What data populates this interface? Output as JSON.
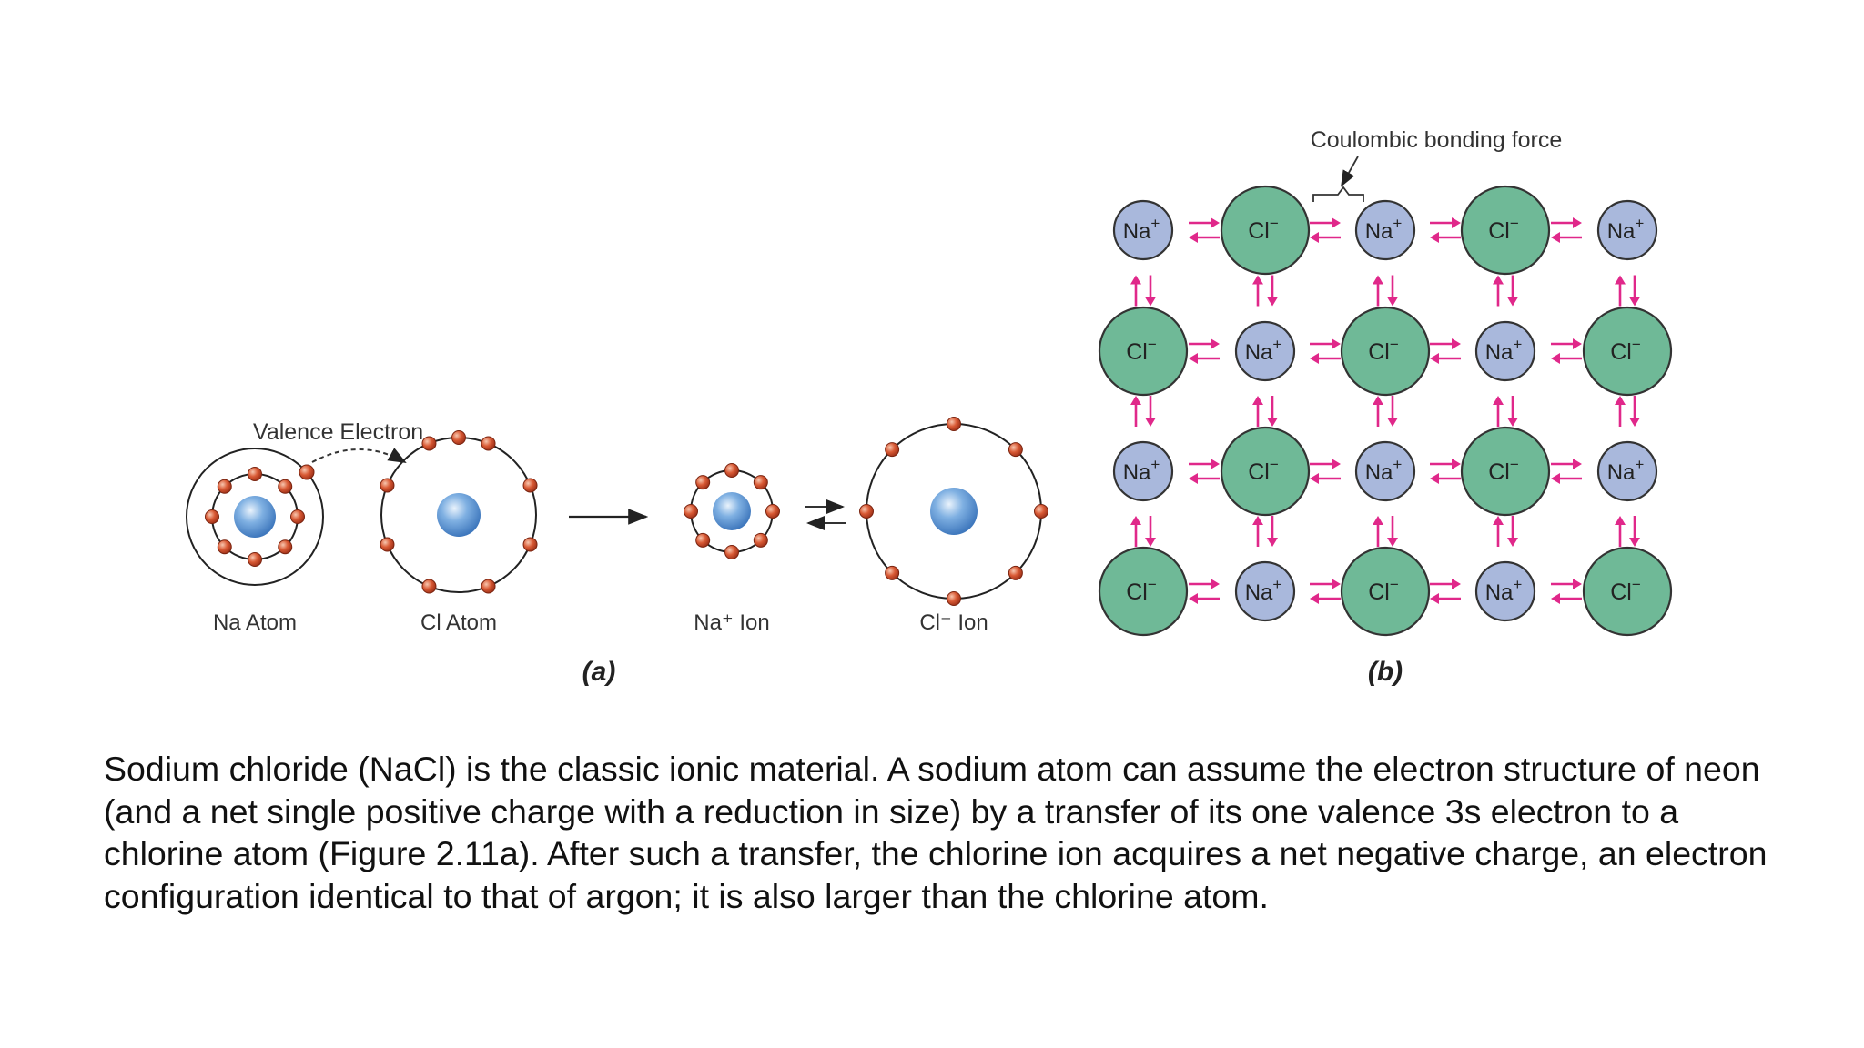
{
  "panel_a": {
    "label": "(a)",
    "valence_label": "Valence Electron",
    "na_atom_label": "Na Atom",
    "cl_atom_label": "Cl Atom",
    "na_ion_label": "Na⁺ Ion",
    "cl_ion_label": "Cl⁻ Ion"
  },
  "panel_b": {
    "label": "(b)",
    "force_label": "Coulombic bonding force",
    "na_symbol": "Na",
    "na_charge": "+",
    "cl_symbol": "Cl",
    "cl_charge": "−",
    "lattice": [
      [
        "Na",
        "Cl",
        "Na",
        "Cl",
        "Na"
      ],
      [
        "Cl",
        "Na",
        "Cl",
        "Na",
        "Cl"
      ],
      [
        "Na",
        "Cl",
        "Na",
        "Cl",
        "Na"
      ],
      [
        "Cl",
        "Na",
        "Cl",
        "Na",
        "Cl"
      ]
    ]
  },
  "caption": "Sodium chloride (NaCl) is the classic ionic material. A sodium atom can assume the electron structure of neon (and a net single positive charge with a reduction in size) by a transfer of its one valence 3s electron to a chlorine atom (Figure 2.11a). After such a transfer, the chlorine ion acquires a net negative charge, an electron configuration identical to that of argon; it is also larger than the chlorine atom.",
  "colors": {
    "na_fill": "#a9b8dc",
    "cl_fill": "#6fb997",
    "arrow": "#e0288a",
    "electron": "#c9462a",
    "nucleus": "#5f95d2"
  }
}
